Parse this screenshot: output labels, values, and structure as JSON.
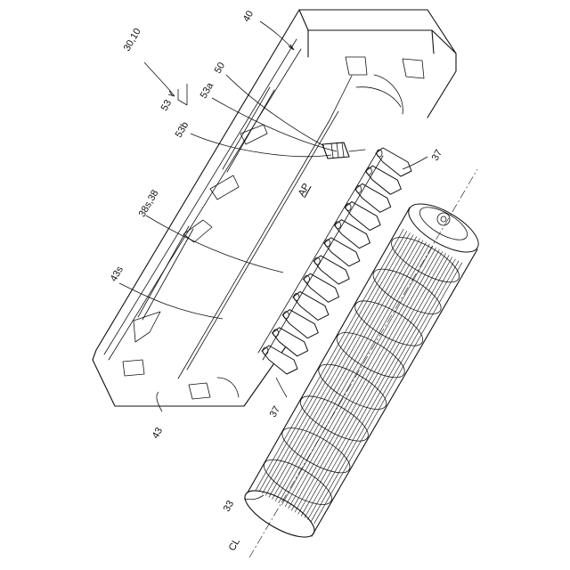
{
  "figure": {
    "labels": {
      "assembly": "30,10",
      "casing": "40",
      "wall_part": "43",
      "wall_surface": "43s",
      "sensor": "50",
      "group": "53",
      "part_a": "53a",
      "part_b": "53b",
      "blade_upper": "37",
      "blade_lower": "37",
      "surface": "38s,38",
      "airflow": "AP",
      "fan": "33",
      "centerline": "CL"
    }
  }
}
